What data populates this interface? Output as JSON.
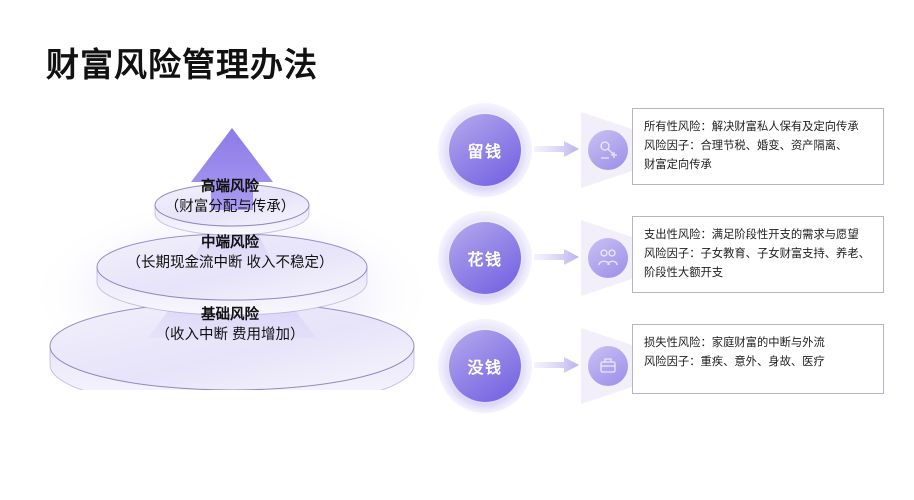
{
  "page": {
    "title": "财富风险管理办法",
    "background": "#ffffff",
    "accent": "#6f5de2",
    "accent_light": "#b5abee"
  },
  "pyramid": {
    "name": "risk-pyramid",
    "apex_icon": "up-arrow-icon",
    "layers": [
      {
        "id": "high",
        "title": "高端风险",
        "subtitle": "（财富分配与传承）"
      },
      {
        "id": "mid",
        "title": "中端风险",
        "subtitle": "（长期现金流中断 收入不稳定）"
      },
      {
        "id": "base",
        "title": "基础风险",
        "subtitle": "（收入中断 费用增加）"
      }
    ]
  },
  "rows": [
    {
      "id": "keep-money",
      "badge_label": "留钱",
      "arrow_icon": "right-arrow-icon",
      "icon_name": "inheritance-icon",
      "lines": [
        "所有性风险：解决财富私人保有及定向传承",
        "风险因子：合理节税、婚变、资产隔离、",
        "财富定向传承"
      ]
    },
    {
      "id": "spend-money",
      "badge_label": "花钱",
      "arrow_icon": "right-arrow-icon",
      "icon_name": "family-spending-icon",
      "lines": [
        "支出性风险：满足阶段性开支的需求与愿望",
        "风险因子：子女教育、子女财富支持、养老、",
        "阶段性大额开支"
      ]
    },
    {
      "id": "no-money",
      "badge_label": "没钱",
      "arrow_icon": "right-arrow-icon",
      "icon_name": "loss-protection-icon",
      "lines": [
        "损失性风险：家庭财富的中断与外流",
        "风险因子：重疾、意外、身故、医疗"
      ]
    }
  ]
}
